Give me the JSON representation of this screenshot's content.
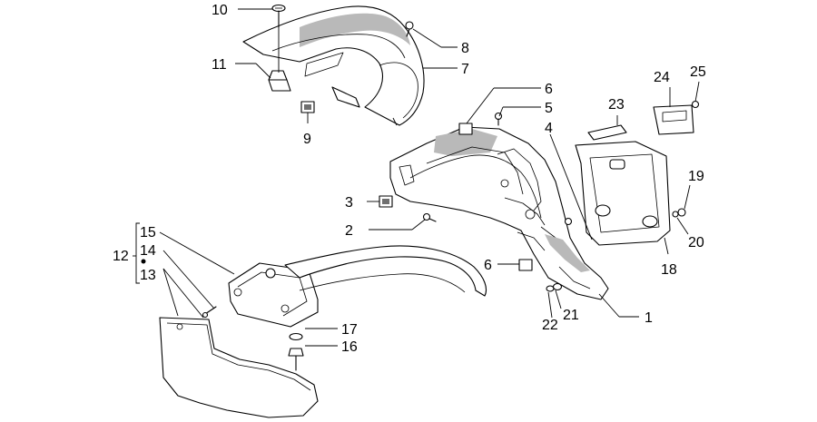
{
  "callouts": {
    "c1": "1",
    "c2": "2",
    "c3": "3",
    "c4": "4",
    "c5": "5",
    "c6a": "6",
    "c6b": "6",
    "c7": "7",
    "c8": "8",
    "c9": "9",
    "c10": "10",
    "c11": "11",
    "c12": "12",
    "c13": "13",
    "c14": "14",
    "c15": "15",
    "c16": "16",
    "c17": "17",
    "c18": "18",
    "c19": "19",
    "c20": "20",
    "c21": "21",
    "c22": "22",
    "c23": "23",
    "c24": "24",
    "c25": "25"
  },
  "colors": {
    "line": "#000000",
    "shade": "#b9b9b9",
    "background": "#ffffff"
  }
}
